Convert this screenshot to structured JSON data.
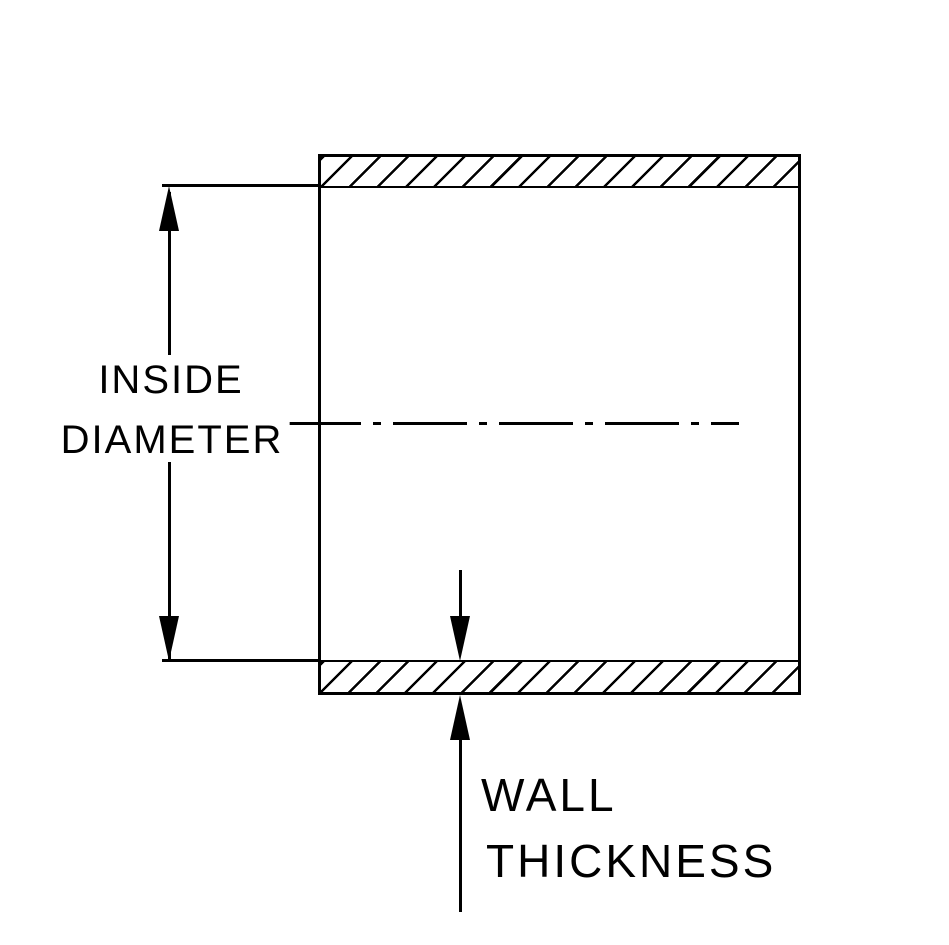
{
  "diagram": {
    "title": "tube cross-section dimension drawing",
    "labels": {
      "inside_diameter_line1": "INSIDE",
      "inside_diameter_line2": "DIAMETER",
      "wall_thickness_line1": "WALL",
      "wall_thickness_line2": "THICKNESS"
    },
    "colors": {
      "line": "#000000",
      "background": "#ffffff"
    }
  }
}
